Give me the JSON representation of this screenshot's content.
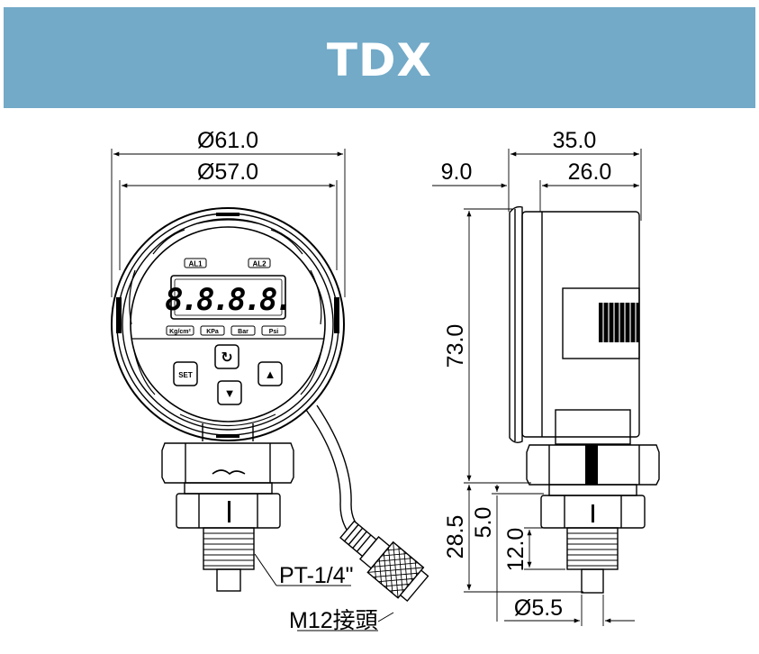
{
  "title": "TDX",
  "front_view": {
    "dim_outer_diameter": "Ø61.0",
    "dim_inner_diameter": "Ø57.0",
    "alarm_labels": [
      "AL1",
      "AL2"
    ],
    "display_digits": "8.8.8.8.",
    "unit_labels": [
      "Kg/cm²",
      "KPa",
      "Bar",
      "Psi"
    ],
    "buttons": {
      "set": "SET",
      "loop": "↻",
      "up": "▲",
      "down": "▼"
    },
    "thread_label": "PT-1/4\"",
    "connector_label": "M12接頭"
  },
  "side_view": {
    "dim_total_depth": "35.0",
    "dim_front": "9.0",
    "dim_body_depth": "26.0",
    "dim_body_height": "73.0",
    "dim_fitting_height": "28.5",
    "dim_hex": "5.0",
    "dim_thread_length": "12.0",
    "dim_port_diameter": "Ø5.5"
  }
}
